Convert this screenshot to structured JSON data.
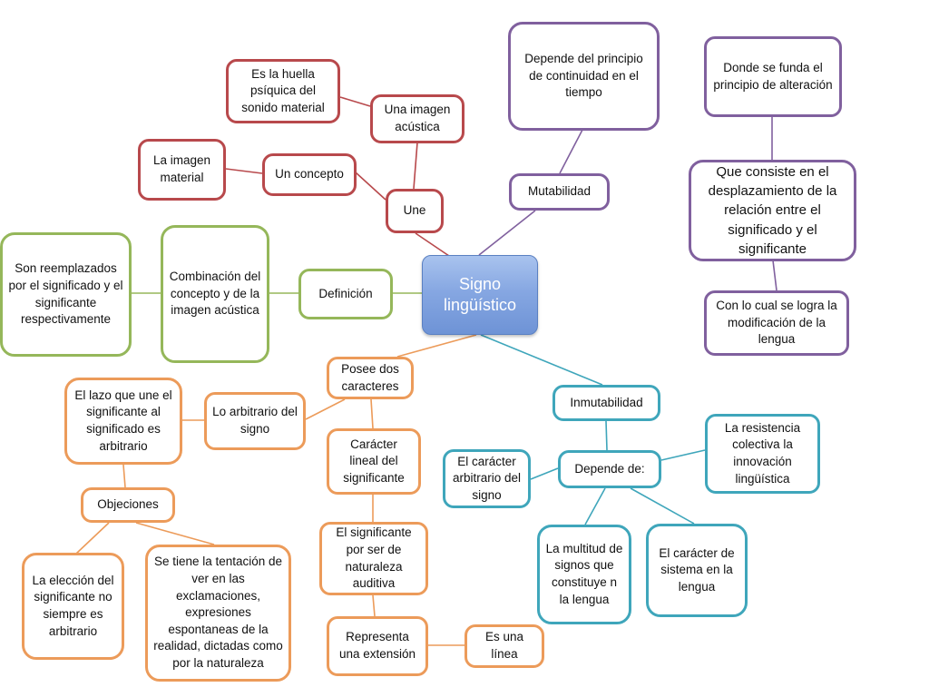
{
  "nodes": {
    "center": "Signo lingüístico",
    "une": "Une",
    "un_concepto": "Un concepto",
    "imagen_acustica": "Una imagen acústica",
    "imagen_material": "La imagen material",
    "huella_psiquica": "Es la huella psíquica del sonido material",
    "definicion": "Definición",
    "combinacion": "Combinación del concepto y de la imagen acústica",
    "reemplazados": "Son reemplazados por el significado y el significante respectivamente",
    "mutabilidad": "Mutabilidad",
    "depende_continuidad": "Depende del principio de continuidad en el tiempo",
    "donde_funda": "Donde se funda el principio de alteración",
    "consiste": "Que consiste en el desplazamiento de la relación entre el significado y el significante",
    "modificacion": "Con lo cual se logra la modificación de la lengua",
    "posee_caracteres": "Posee dos caracteres",
    "lo_arbitrario": "Lo arbitrario del signo",
    "lazo": "El lazo que une el significante al significado es arbitrario",
    "objeciones": "Objeciones",
    "eleccion": "La elección del significante no siempre es arbitrario",
    "tentacion": "Se tiene la tentación de ver en las exclamaciones, expresiones espontaneas de la realidad, dictadas como por la naturaleza",
    "caracter_lineal": "Carácter lineal del significante",
    "naturaleza_auditiva": "El significante por ser de naturaleza auditiva",
    "representa": "Representa una extensión",
    "es_linea": "Es una línea",
    "inmutabilidad": "Inmutabilidad",
    "depende_de": "Depende de:",
    "caracter_arbitrario": "El carácter arbitrario del signo",
    "resistencia": "La resistencia colectiva la innovación lingüística",
    "multitud": "La multitud de signos que constituye n la lengua",
    "sistema": "El carácter de sistema en la lengua"
  },
  "colors": {
    "red": "#b8494c",
    "purple": "#80609e",
    "green": "#95b75a",
    "orange": "#ec9b5a",
    "teal": "#3fa6bb",
    "center_fill": "#86a7e2"
  }
}
